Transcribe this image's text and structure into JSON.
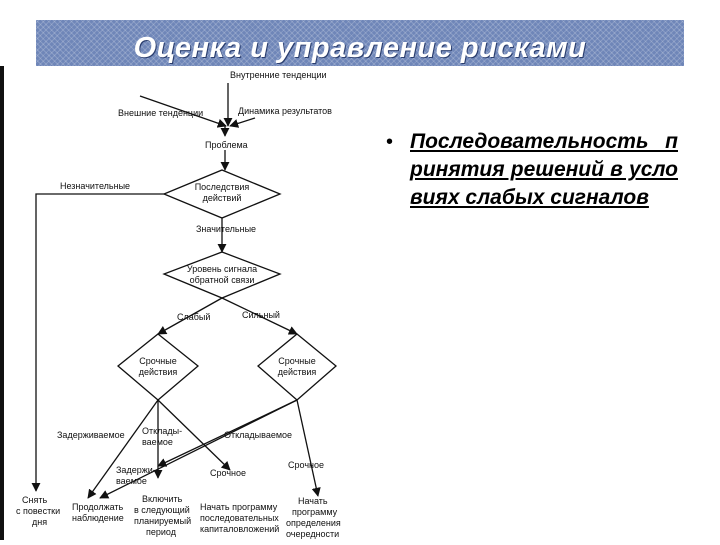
{
  "slide": {
    "title": "Оценка и управление рисками",
    "bullet_text": "Последовательность принятия решений в условиях слабых сигналов"
  },
  "flowchart": {
    "inputs": {
      "internal": "Внутренние тенденции",
      "external": "Внешние тенденции",
      "dynamics": "Динамика результатов"
    },
    "problem": "Проблема",
    "decision1": [
      "Последствия",
      "действий"
    ],
    "insignificant": "Незначительные",
    "significant": "Значительные",
    "decision2": [
      "Уровень сигнала",
      "обратной связи"
    ],
    "weak": "Слабый",
    "strong": "Сильный",
    "decision3": [
      "Срочные",
      "действия"
    ],
    "decision4": [
      "Срочные",
      "действия"
    ],
    "delayed1": "Задерживаемое",
    "deferred1": [
      "Отклады-",
      "ваемое"
    ],
    "delayed2": [
      "Задержи-",
      "ваемое"
    ],
    "urgent1": "Срочное",
    "deferred2": "Откладываемое",
    "urgent2": "Срочное",
    "outcome_remove": [
      "Снять",
      "с повестки",
      "дня"
    ],
    "outcome_observe": [
      "Продолжать",
      "наблюдение"
    ],
    "outcome_plan": [
      "Включить",
      "в следующий",
      "планируемый",
      "период"
    ],
    "outcome_capital": [
      "Начать программу",
      "последовательных",
      "капиталовложений"
    ],
    "outcome_priority": [
      "Начать",
      "программу",
      "определения",
      "очередности"
    ]
  }
}
